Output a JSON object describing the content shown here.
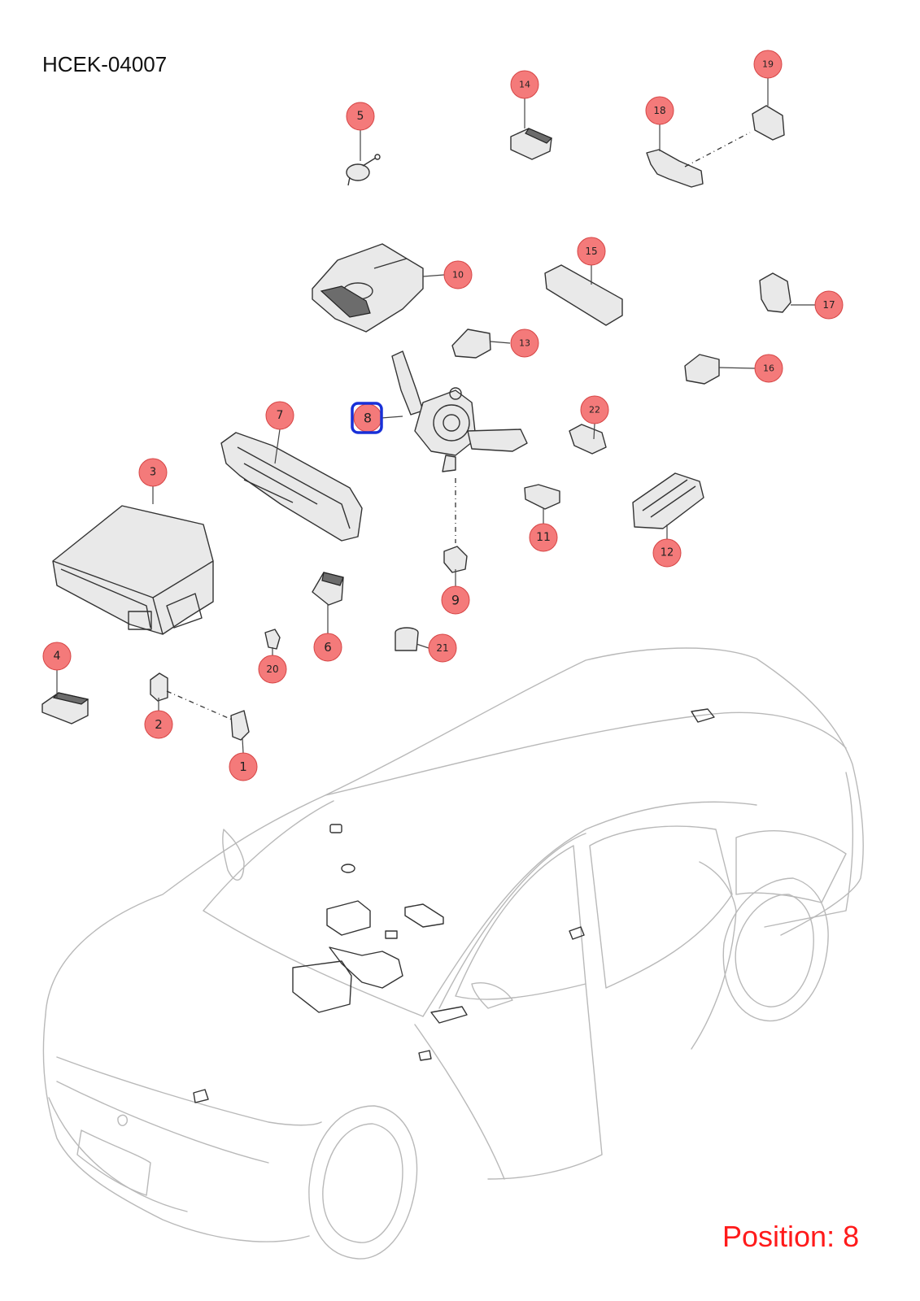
{
  "diagram_code": "HCEK-04007",
  "position_label": "Position: 8",
  "selected_callout": "8",
  "callout_color": "#f47a7a",
  "selection_color": "#1830d8",
  "callouts": [
    "1",
    "2",
    "3",
    "4",
    "5",
    "6",
    "7",
    "8",
    "9",
    "10",
    "11",
    "12",
    "13",
    "14",
    "15",
    "16",
    "17",
    "18",
    "19",
    "20",
    "21",
    "22"
  ]
}
